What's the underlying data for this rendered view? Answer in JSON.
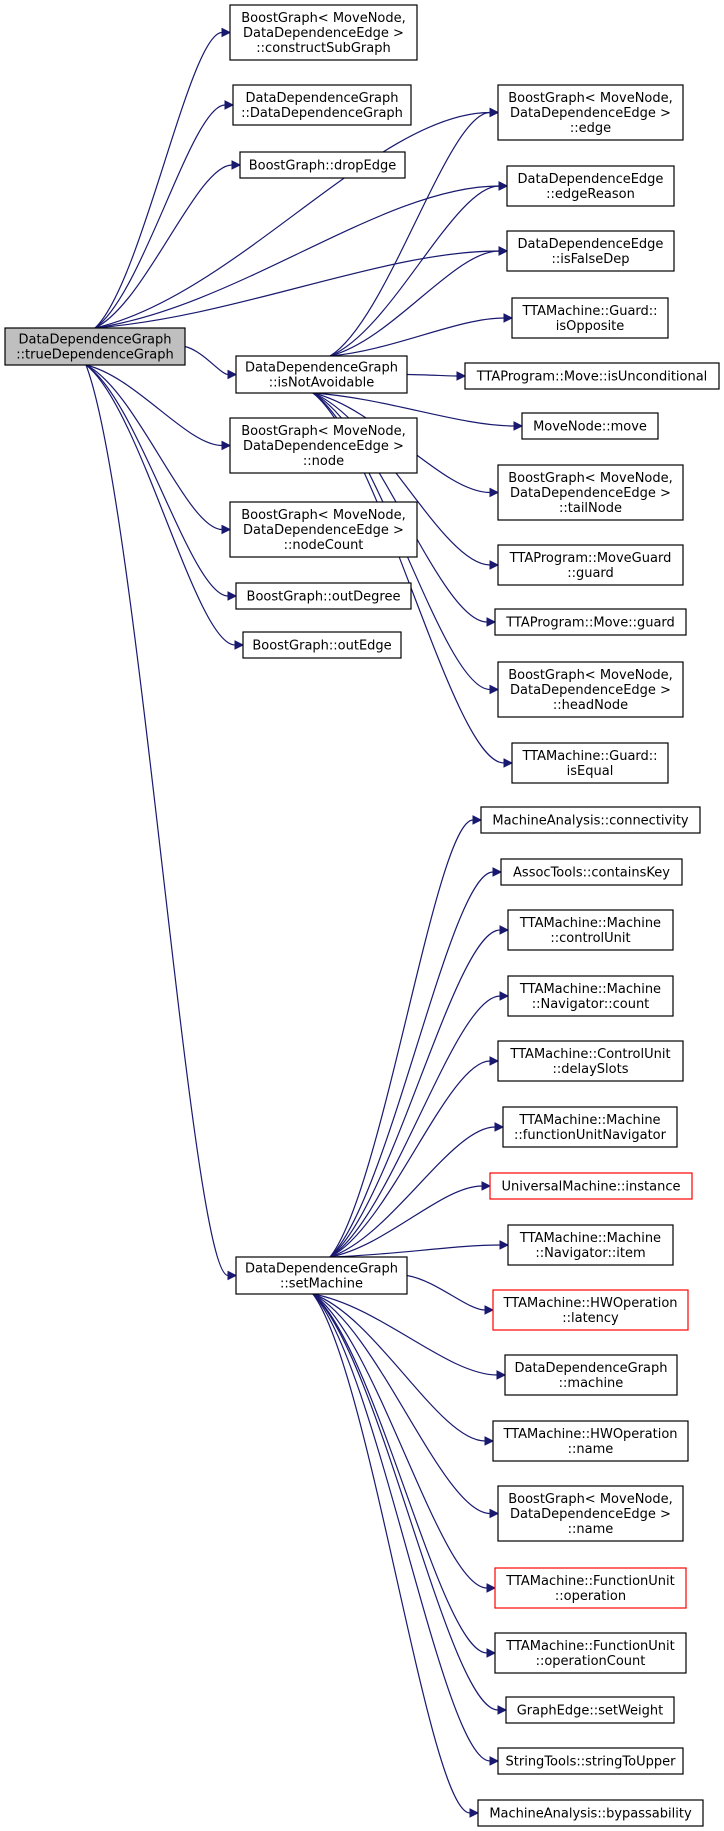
{
  "colors": {
    "edge": "#191970",
    "root_fill": "#bfbfbf",
    "red_border": "#ff0000",
    "border": "#000000"
  },
  "root": {
    "id": "root",
    "lines": [
      "DataDependenceGraph",
      "::trueDependenceGraph"
    ]
  },
  "nodes": [
    {
      "id": "constructSubGraph",
      "lines": [
        "BoostGraph< MoveNode,",
        "DataDependenceEdge >",
        "::constructSubGraph"
      ]
    },
    {
      "id": "ddgCtor",
      "lines": [
        "DataDependenceGraph",
        "::DataDependenceGraph"
      ]
    },
    {
      "id": "dropEdge",
      "lines": [
        "BoostGraph::dropEdge"
      ]
    },
    {
      "id": "edge",
      "lines": [
        "BoostGraph< MoveNode,",
        "DataDependenceEdge >",
        "::edge"
      ]
    },
    {
      "id": "edgeReason",
      "lines": [
        "DataDependenceEdge",
        "::edgeReason"
      ]
    },
    {
      "id": "isFalseDep",
      "lines": [
        "DataDependenceEdge",
        "::isFalseDep"
      ]
    },
    {
      "id": "isOpposite",
      "lines": [
        "TTAMachine::Guard::",
        "isOpposite"
      ]
    },
    {
      "id": "isNotAvoidable",
      "lines": [
        "DataDependenceGraph",
        "::isNotAvoidable"
      ]
    },
    {
      "id": "isUnconditional",
      "lines": [
        "TTAProgram::Move::isUnconditional"
      ]
    },
    {
      "id": "move",
      "lines": [
        "MoveNode::move"
      ]
    },
    {
      "id": "node",
      "lines": [
        "BoostGraph< MoveNode,",
        "DataDependenceEdge >",
        "::node"
      ]
    },
    {
      "id": "tailNode",
      "lines": [
        "BoostGraph< MoveNode,",
        "DataDependenceEdge >",
        "::tailNode"
      ]
    },
    {
      "id": "nodeCount",
      "lines": [
        "BoostGraph< MoveNode,",
        "DataDependenceEdge >",
        "::nodeCount"
      ]
    },
    {
      "id": "moveGuardGuard",
      "lines": [
        "TTAProgram::MoveGuard",
        "::guard"
      ]
    },
    {
      "id": "outDegree",
      "lines": [
        "BoostGraph::outDegree"
      ]
    },
    {
      "id": "moveGuard",
      "lines": [
        "TTAProgram::Move::guard"
      ]
    },
    {
      "id": "outEdge",
      "lines": [
        "BoostGraph::outEdge"
      ]
    },
    {
      "id": "headNode",
      "lines": [
        "BoostGraph< MoveNode,",
        "DataDependenceEdge >",
        "::headNode"
      ]
    },
    {
      "id": "isEqual",
      "lines": [
        "TTAMachine::Guard::",
        "isEqual"
      ]
    },
    {
      "id": "connectivity",
      "lines": [
        "MachineAnalysis::connectivity"
      ]
    },
    {
      "id": "containsKey",
      "lines": [
        "AssocTools::containsKey"
      ]
    },
    {
      "id": "controlUnit",
      "lines": [
        "TTAMachine::Machine",
        "::controlUnit"
      ]
    },
    {
      "id": "navCount",
      "lines": [
        "TTAMachine::Machine",
        "::Navigator::count"
      ]
    },
    {
      "id": "delaySlots",
      "lines": [
        "TTAMachine::ControlUnit",
        "::delaySlots"
      ]
    },
    {
      "id": "fuNavigator",
      "lines": [
        "TTAMachine::Machine",
        "::functionUnitNavigator"
      ]
    },
    {
      "id": "instance",
      "lines": [
        "UniversalMachine::instance"
      ],
      "red": true
    },
    {
      "id": "setMachine",
      "lines": [
        "DataDependenceGraph",
        "::setMachine"
      ]
    },
    {
      "id": "navItem",
      "lines": [
        "TTAMachine::Machine",
        "::Navigator::item"
      ]
    },
    {
      "id": "latency",
      "lines": [
        "TTAMachine::HWOperation",
        "::latency"
      ],
      "red": true
    },
    {
      "id": "ddgMachine",
      "lines": [
        "DataDependenceGraph",
        "::machine"
      ]
    },
    {
      "id": "hwName",
      "lines": [
        "TTAMachine::HWOperation",
        "::name"
      ]
    },
    {
      "id": "bgName",
      "lines": [
        "BoostGraph< MoveNode,",
        "DataDependenceEdge >",
        "::name"
      ]
    },
    {
      "id": "fuOperation",
      "lines": [
        "TTAMachine::FunctionUnit",
        "::operation"
      ],
      "red": true
    },
    {
      "id": "fuOpCount",
      "lines": [
        "TTAMachine::FunctionUnit",
        "::operationCount"
      ]
    },
    {
      "id": "setWeight",
      "lines": [
        "GraphEdge::setWeight"
      ]
    },
    {
      "id": "stringToUpper",
      "lines": [
        "StringTools::stringToUpper"
      ]
    },
    {
      "id": "bypassability",
      "lines": [
        "MachineAnalysis::bypassability"
      ]
    }
  ],
  "edges": [
    [
      "root",
      "constructSubGraph"
    ],
    [
      "root",
      "ddgCtor"
    ],
    [
      "root",
      "dropEdge"
    ],
    [
      "root",
      "edge"
    ],
    [
      "root",
      "edgeReason"
    ],
    [
      "root",
      "isFalseDep"
    ],
    [
      "root",
      "isNotAvoidable"
    ],
    [
      "root",
      "node"
    ],
    [
      "root",
      "nodeCount"
    ],
    [
      "root",
      "outDegree"
    ],
    [
      "root",
      "outEdge"
    ],
    [
      "root",
      "setMachine"
    ],
    [
      "isNotAvoidable",
      "edge"
    ],
    [
      "isNotAvoidable",
      "edgeReason"
    ],
    [
      "isNotAvoidable",
      "isFalseDep"
    ],
    [
      "isNotAvoidable",
      "isOpposite"
    ],
    [
      "isNotAvoidable",
      "isUnconditional"
    ],
    [
      "isNotAvoidable",
      "move"
    ],
    [
      "isNotAvoidable",
      "tailNode"
    ],
    [
      "isNotAvoidable",
      "moveGuardGuard"
    ],
    [
      "isNotAvoidable",
      "moveGuard"
    ],
    [
      "isNotAvoidable",
      "headNode"
    ],
    [
      "isNotAvoidable",
      "isEqual"
    ],
    [
      "setMachine",
      "connectivity"
    ],
    [
      "setMachine",
      "containsKey"
    ],
    [
      "setMachine",
      "controlUnit"
    ],
    [
      "setMachine",
      "navCount"
    ],
    [
      "setMachine",
      "delaySlots"
    ],
    [
      "setMachine",
      "fuNavigator"
    ],
    [
      "setMachine",
      "instance"
    ],
    [
      "setMachine",
      "navItem"
    ],
    [
      "setMachine",
      "latency"
    ],
    [
      "setMachine",
      "ddgMachine"
    ],
    [
      "setMachine",
      "hwName"
    ],
    [
      "setMachine",
      "bgName"
    ],
    [
      "setMachine",
      "fuOperation"
    ],
    [
      "setMachine",
      "fuOpCount"
    ],
    [
      "setMachine",
      "setWeight"
    ],
    [
      "setMachine",
      "stringToUpper"
    ],
    [
      "setMachine",
      "bypassability"
    ]
  ]
}
